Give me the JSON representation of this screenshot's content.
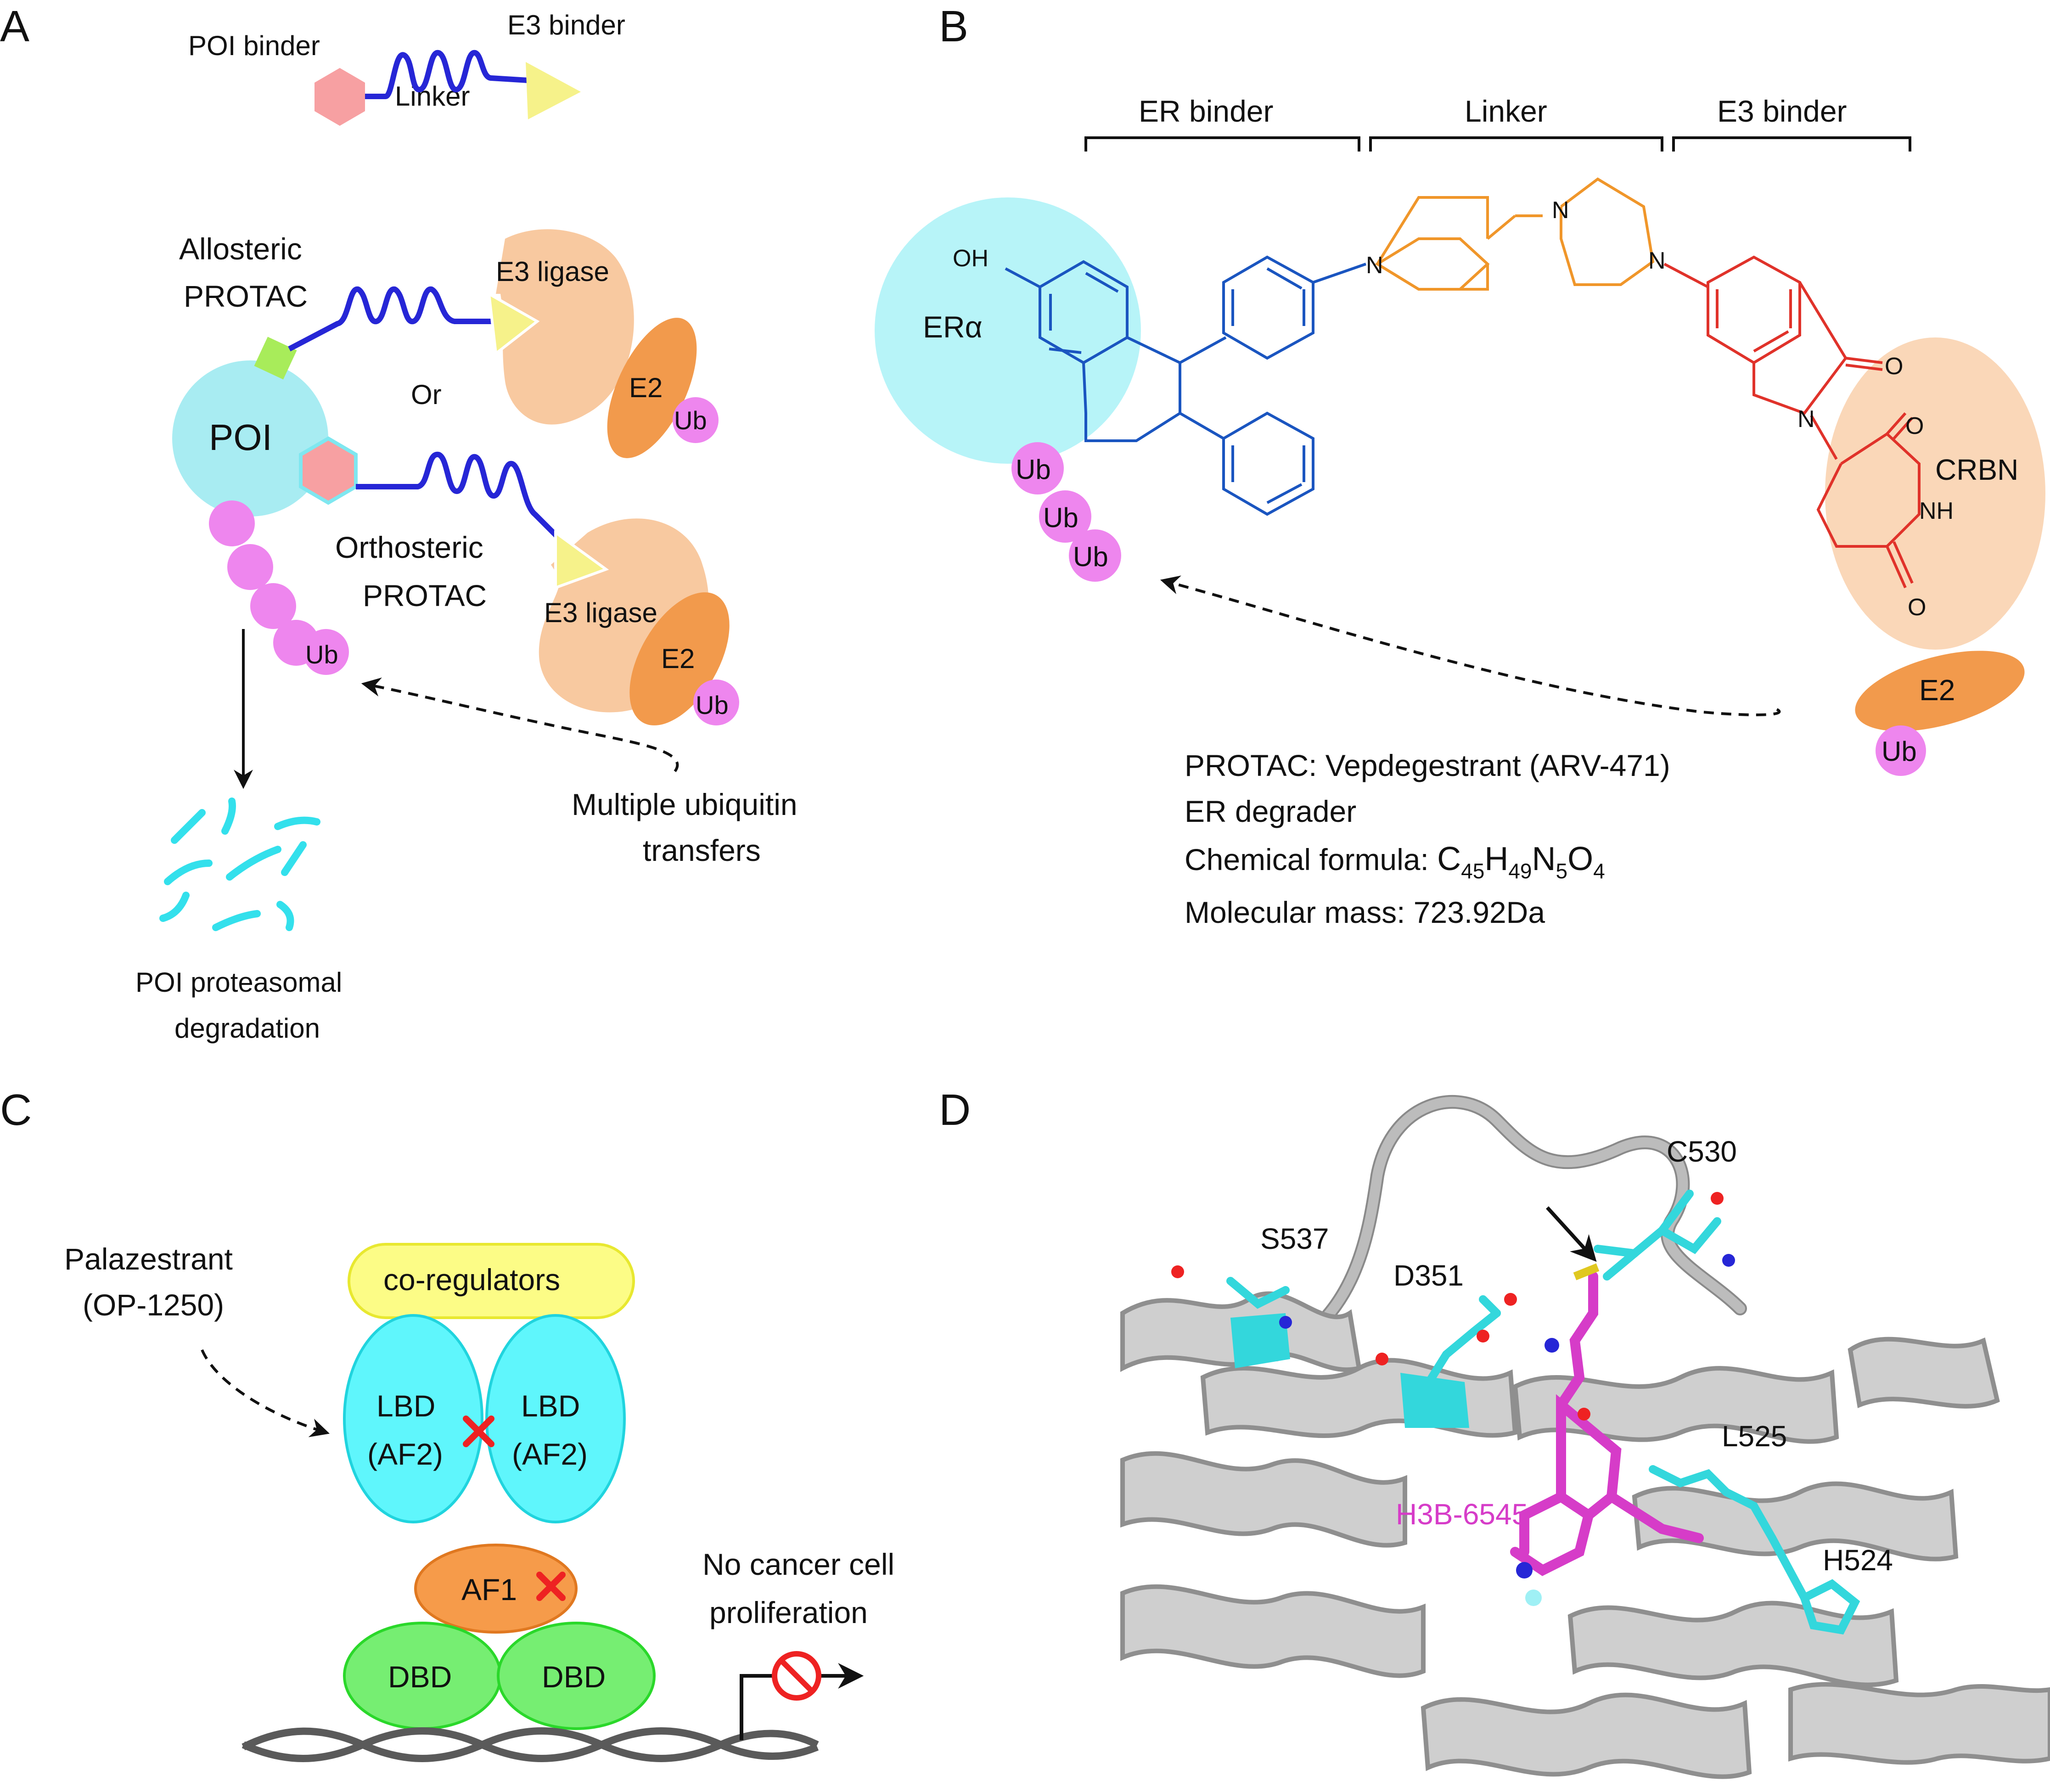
{
  "panels": {
    "A": {
      "label": "A",
      "poi_binder": "POI binder",
      "linker": "Linker",
      "e3_binder": "E3 binder",
      "allosteric": [
        "Allosteric",
        "PROTAC"
      ],
      "orthosteric": [
        "Orthosteric",
        "PROTAC"
      ],
      "or": "Or",
      "poi": "POI",
      "e3_ligase_top": "E3 ligase",
      "e3_ligase_bottom": "E3 ligase",
      "e2_top": "E2",
      "e2_bottom": "E2",
      "ub_top": "Ub",
      "ub_bottom": "Ub",
      "ub_chain": "Ub",
      "transfers": [
        "Multiple ubiquitin",
        "transfers"
      ],
      "degradation": [
        "POI proteasomal",
        "degradation"
      ]
    },
    "B": {
      "label": "B",
      "er_binder": "ER binder",
      "linker": "Linker",
      "e3_binder": "E3 binder",
      "oh": "OH",
      "era": "ERα",
      "crbn": "CRBN",
      "e2": "E2",
      "ub": "Ub",
      "ub_chain": [
        "Ub",
        "Ub",
        "Ub"
      ],
      "atom_N": "N",
      "atom_O": "O",
      "atom_NH": "NH",
      "name": "PROTAC: Vepdegestrant (ARV-471)",
      "class": "ER degrader",
      "formula_label": "Chemical formula: ",
      "formula": [
        {
          "el": "C",
          "n": "45"
        },
        {
          "el": "H",
          "n": "49"
        },
        {
          "el": "N",
          "n": "5"
        },
        {
          "el": "O",
          "n": "4"
        }
      ],
      "mass": "Molecular mass: 723.92Da"
    },
    "C": {
      "label": "C",
      "drug": [
        "Palazestrant",
        "(OP-1250)"
      ],
      "coregulators": "co-regulators",
      "lbd": [
        "LBD",
        "(AF2)"
      ],
      "af1": "AF1",
      "dbd": "DBD",
      "outcome": [
        "No cancer cell",
        "proliferation"
      ]
    },
    "D": {
      "label": "D",
      "residues": [
        "C530",
        "S537",
        "D351",
        "L525",
        "H524"
      ],
      "ligand": "H3B-6545"
    }
  },
  "colors": {
    "poi": "#a8ecf2",
    "hexagon": "#f7a0a2",
    "triangle": "#f6f28a",
    "linker": "#2626d6",
    "e3": "#f8c9a0",
    "e2": "#f29a4c",
    "ub": "#ee86ee",
    "fragment": "#33e0ec",
    "lbd": "#5ff6fc",
    "af1": "#f69b4a",
    "dbd": "#76ee72",
    "coreg": "#fcfc86",
    "cyan_residue": "#33d7dc",
    "ligand": "#d63cc8"
  }
}
